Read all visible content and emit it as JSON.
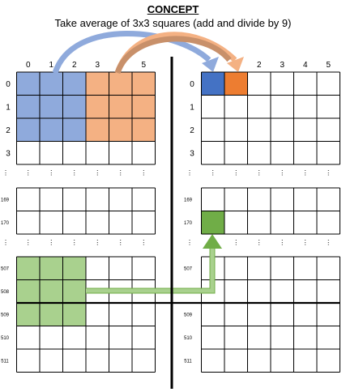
{
  "header": {
    "title": "CONCEPT",
    "subtitle": "Take average of 3x3 squares (add and divide by 9)"
  },
  "left_grid": {
    "col_labels": [
      "0",
      "1",
      "2",
      "3",
      "",
      "5"
    ],
    "row_labels": [
      "0",
      "1",
      "2",
      "3"
    ],
    "mid_row_labels": [
      "169",
      "170"
    ],
    "bottom_row_labels": [
      "507",
      "508",
      "509",
      "510",
      "511"
    ]
  },
  "right_grid": {
    "col_labels": [
      "",
      "",
      "2",
      "3",
      "4",
      "5"
    ],
    "row_labels": [
      "0",
      "1",
      "2",
      "3"
    ],
    "mid_row_labels": [
      "169",
      "170"
    ],
    "bottom_row_labels": [
      "507",
      "508",
      "509",
      "510",
      "511"
    ]
  },
  "colors": {
    "blue_fill": "#8faadc",
    "orange_fill": "#f4b183",
    "green_fill": "#a9d18e",
    "blue_cell": "#4472c4",
    "orange_cell": "#ed7d31",
    "green_cell": "#70ad47",
    "blue_arrow": "#8faadc",
    "brown_arrow": "#c8906a",
    "orange_arrow": "#f4b183",
    "green_arrow": "#a9d18e",
    "green_arrow_stroke": "#70ad47"
  },
  "ellipsis": "⋮"
}
